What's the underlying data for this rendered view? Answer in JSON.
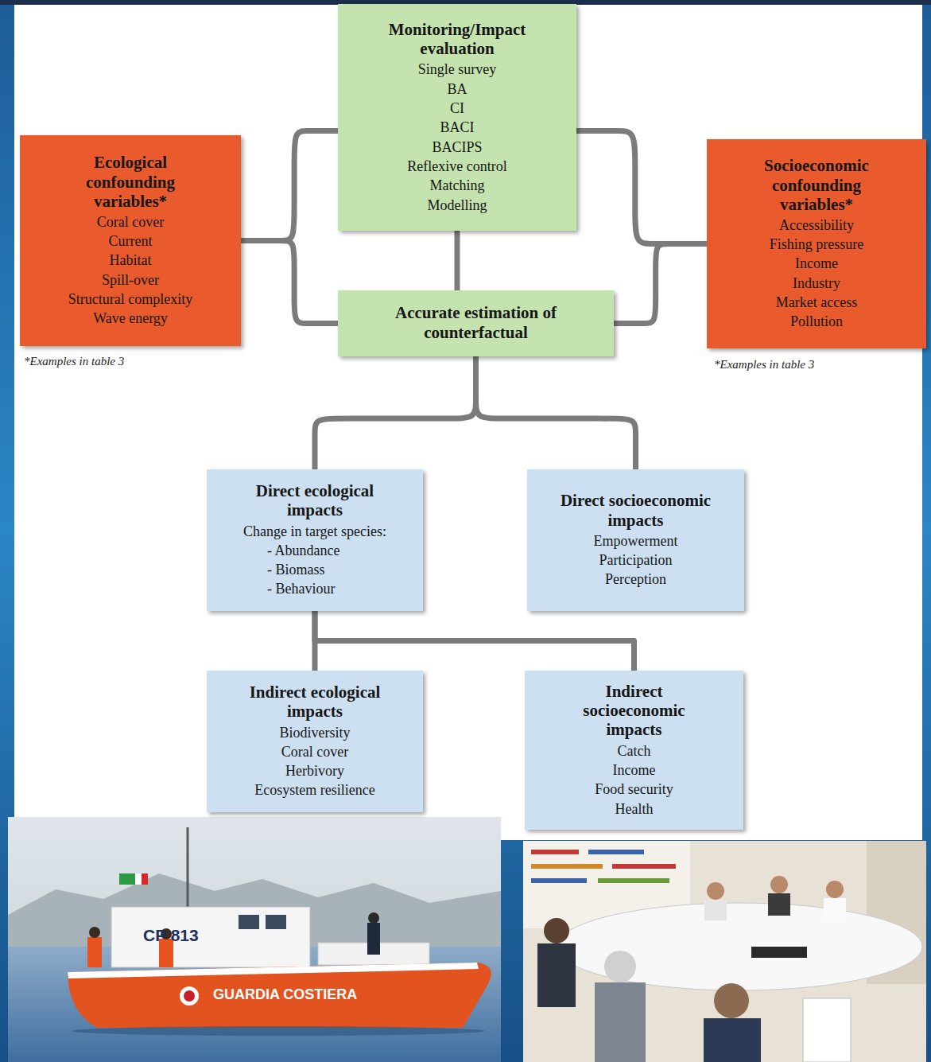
{
  "diagram": {
    "nodes": [
      {
        "text": [
          "Monitoring/Impact evaluation",
          "Single survey",
          "BA",
          "CI",
          "BACI",
          "BACIPS",
          "Reflexive control",
          "Matching",
          "Modelling"
        ]
      },
      {
        "text": [
          "Ecological confounding variables*",
          "Coral cover",
          "Current",
          "Habitat",
          "Spill-over",
          "Structural complexity",
          "Wave energy"
        ]
      },
      {
        "text": [
          "Socioeconomic confounding variables*",
          "Accessibility",
          "Fishing pressure",
          "Income",
          "Industry",
          "Market access",
          "Pollution"
        ]
      },
      {
        "text": [
          "Accurate estimation of counterfactual"
        ]
      },
      {
        "text": [
          "Direct ecological impacts",
          "Change in target species:",
          "- Abundance",
          "- Biomass",
          "- Behaviour"
        ]
      },
      {
        "text": [
          "Direct socioeconomic impacts",
          "Empowerment",
          "Participation",
          "Perception"
        ]
      },
      {
        "text": [
          "Indirect ecological impacts",
          "Biodiversity",
          "Coral cover",
          "Herbivory",
          "Ecosystem resilience"
        ]
      },
      {
        "text": [
          "Indirect socioeconomic impacts",
          "Catch",
          "Income",
          "Food security",
          "Health"
        ]
      }
    ],
    "edges": [
      {
        "from": 0,
        "to": 3,
        "arrow": "none"
      },
      {
        "from": 1,
        "to": 0,
        "arrow": "none"
      },
      {
        "from": 1,
        "to": 3,
        "arrow": "none"
      },
      {
        "from": 2,
        "to": 0,
        "arrow": "none"
      },
      {
        "from": 2,
        "to": 3,
        "arrow": "none"
      },
      {
        "from": 3,
        "to": 4,
        "arrow": "none"
      },
      {
        "from": 3,
        "to": 5,
        "arrow": "none"
      },
      {
        "from": 4,
        "to": 6,
        "arrow": "none"
      },
      {
        "from": 4,
        "to": 7,
        "arrow": "none"
      }
    ],
    "labels": [
      "*Examples in table 3",
      "*Examples in table 3",
      "CP 813",
      "GUARDIA COSTIERA"
    ]
  }
}
